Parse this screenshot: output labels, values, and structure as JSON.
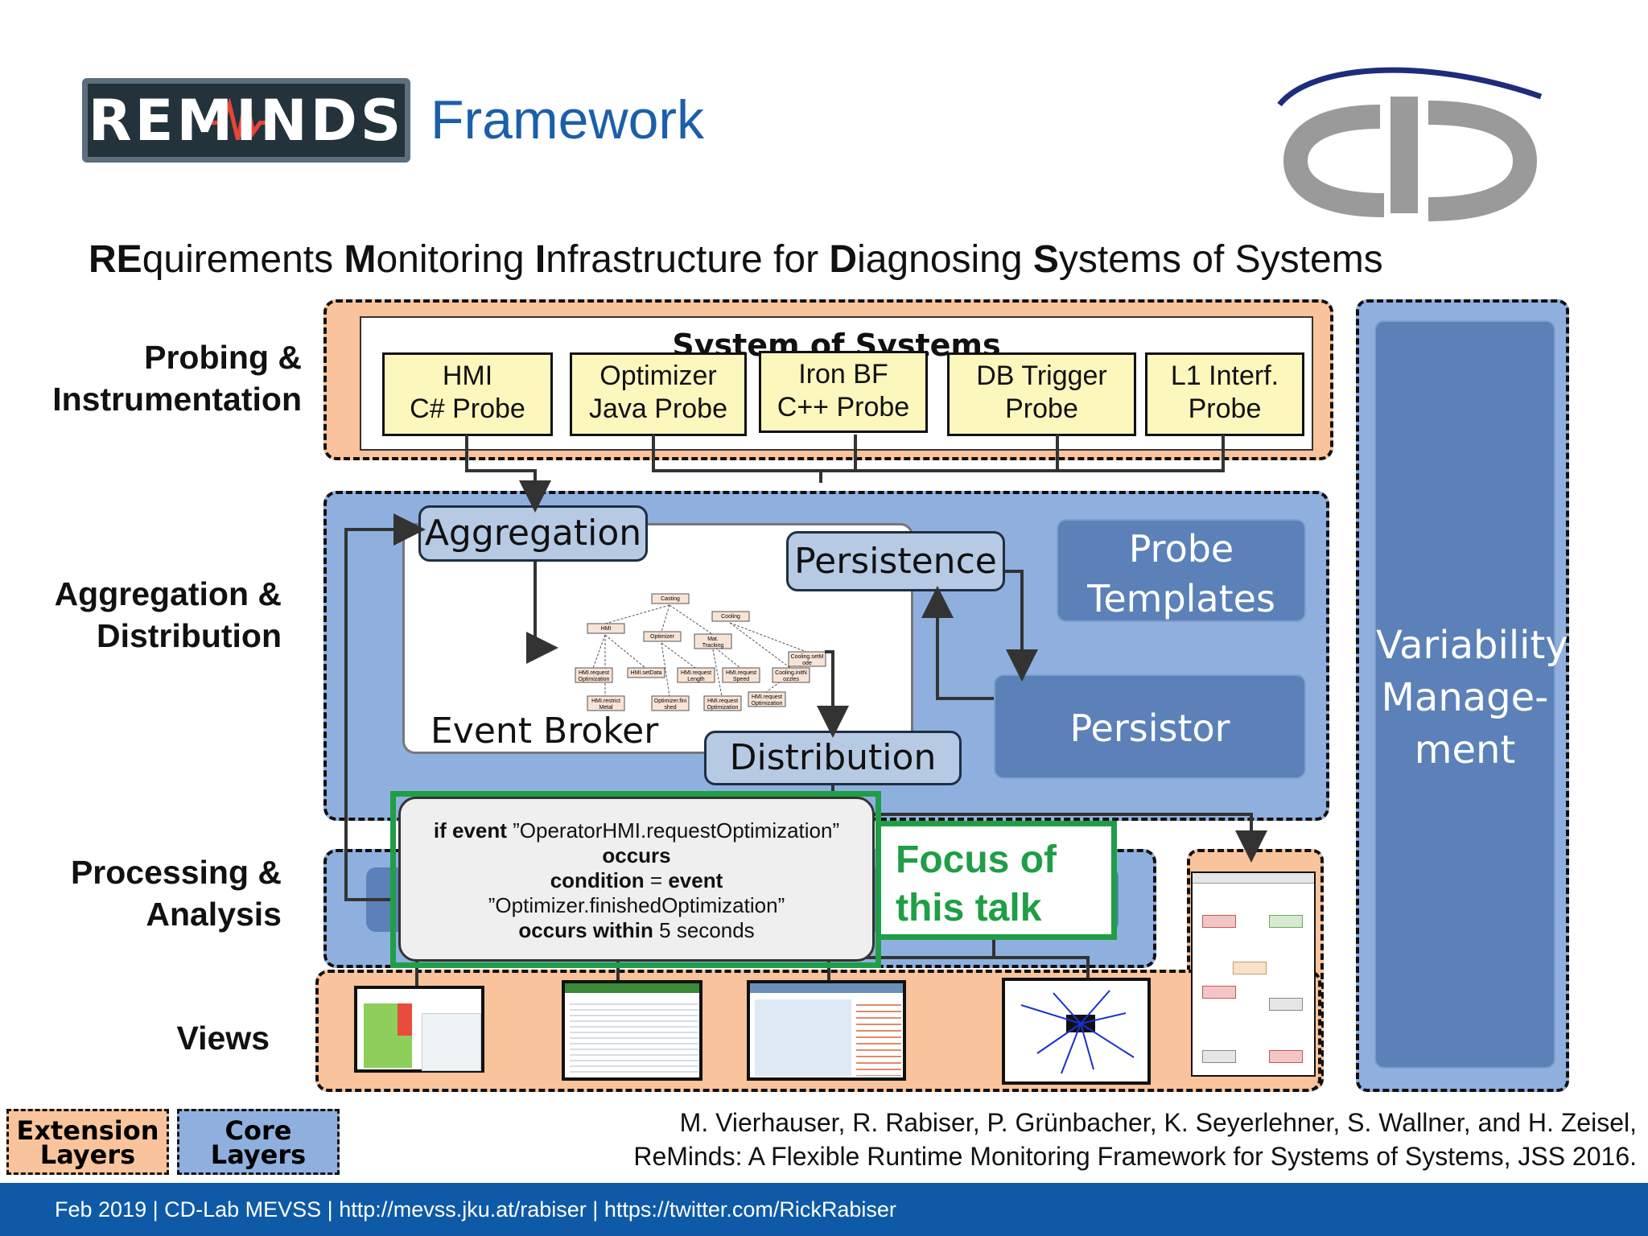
{
  "header": {
    "logo_text": "REMINDS",
    "title": "Framework",
    "subtitle_parts": [
      {
        "text": "RE",
        "bold": true
      },
      {
        "text": "quirements ",
        "bold": false
      },
      {
        "text": "M",
        "bold": true
      },
      {
        "text": "onitoring ",
        "bold": false
      },
      {
        "text": "I",
        "bold": true
      },
      {
        "text": "nfrastructure for ",
        "bold": false
      },
      {
        "text": "D",
        "bold": true
      },
      {
        "text": "iagnosing ",
        "bold": false
      },
      {
        "text": "S",
        "bold": true
      },
      {
        "text": "ystems of Systems",
        "bold": false
      }
    ]
  },
  "layers": {
    "probing": "Probing &\nInstrumentation",
    "aggregation": "Aggregation &\nDistribution",
    "processing": "Processing &\nAnalysis",
    "views": "Views"
  },
  "system": {
    "title": "System of Systems",
    "probes": [
      "HMI\nC# Probe",
      "Optimizer\nJava Probe",
      "Iron BF\nC++ Probe",
      "DB Trigger\nProbe",
      "L1 Interf.\nProbe"
    ]
  },
  "components": {
    "aggregation": "Aggregation",
    "persistence": "Persistence",
    "probe_templates": "Probe\nTemplates",
    "event_broker": "Event Broker",
    "persistor": "Persistor",
    "distribution": "Distribution",
    "variability": "Variability\nManage-\nment"
  },
  "tree": {
    "nodes": [
      "Casting",
      "Cooling",
      "HMI",
      "Optimizer",
      "Mat.\nTracking",
      "Cooling.setM\node",
      "HMI.request\nOptimization",
      "HMI.setData",
      "HMI.request\nLength",
      "HMI.request\nSpeed",
      "Cooling.initN\nozzles",
      "HMI.restrict\nMetal",
      "Optimizer.fini\nshed",
      "HMI.request\nOptimization",
      "HMI.request\nOptimization"
    ]
  },
  "constraint": {
    "lines": [
      [
        {
          "t": "if event ",
          "b": true
        },
        {
          "t": "”OperatorHMI.requestOptimization”",
          "b": false
        }
      ],
      [
        {
          "t": "occurs",
          "b": true
        }
      ],
      [
        {
          "t": "condition",
          "b": true
        },
        {
          "t": " = ",
          "b": false
        },
        {
          "t": "event",
          "b": true
        }
      ],
      [
        {
          "t": "”Optimizer.finishedOptimization”",
          "b": false
        }
      ],
      [
        {
          "t": "occurs within",
          "b": true
        },
        {
          "t": " 5 seconds",
          "b": false
        }
      ]
    ]
  },
  "focus": "Focus of\nthis talk",
  "legend": {
    "extension": "Extension\nLayers",
    "core": "Core\nLayers"
  },
  "citation": "M. Vierhauser, R. Rabiser, P. Grünbacher, K. Seyerlehner, S. Wallner, and H. Zeisel,\nReMinds: A Flexible Runtime Monitoring Framework for Systems of Systems, JSS 2016.",
  "footer": "Feb 2019 |  CD-Lab MEVSS | http://mevss.jku.at/rabiser | https://twitter.com/RickRabiser",
  "colors": {
    "extension_fill": "#f9c49b",
    "core_fill": "#8fb0de",
    "dark_blue": "#5b81b8",
    "probe_fill": "#fbf7bd",
    "focus_green": "#1f9e46",
    "footer_blue": "#0f5aa6",
    "title_blue": "#1b5fab"
  }
}
